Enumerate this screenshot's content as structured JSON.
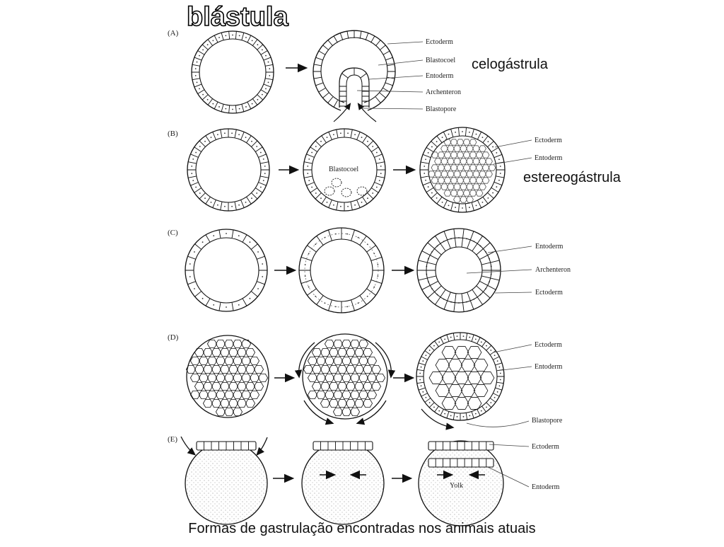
{
  "title": "blástula",
  "caption": "Formas de gastrulação encontradas nos animais atuais",
  "annotations": {
    "celogastrula": "celogástrula",
    "estereogastrula": "estereogástrula"
  },
  "rows": [
    {
      "letter": "(A)",
      "labels": [
        "Ectoderm",
        "Blastocoel",
        "Entoderm",
        "Archenteron",
        "Blastopore"
      ]
    },
    {
      "letter": "(B)",
      "labels": [
        "Ectoderm",
        "Entoderm"
      ],
      "inner_label": "Blastocoel"
    },
    {
      "letter": "(C)",
      "labels": [
        "Entoderm",
        "Archenteron",
        "Ectoderm"
      ]
    },
    {
      "letter": "(D)",
      "labels": [
        "Ectoderm",
        "Entoderm",
        "Blastopore"
      ]
    },
    {
      "letter": "(E)",
      "labels": [
        "Ectoderm",
        "Entoderm"
      ],
      "inner_label": "Yolk"
    }
  ]
}
